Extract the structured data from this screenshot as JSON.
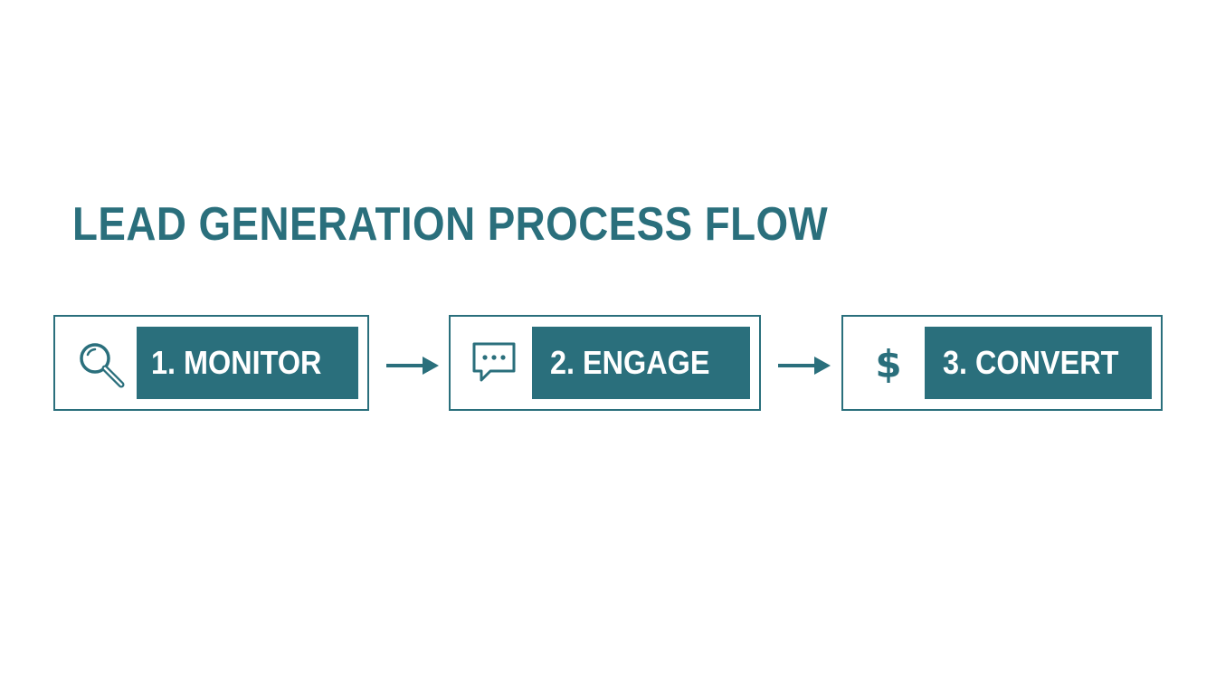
{
  "title": "LEAD GENERATION PROCESS FLOW",
  "colors": {
    "accent": "#2a6f7c",
    "background": "#ffffff",
    "label_text": "#ffffff"
  },
  "steps": [
    {
      "label": "1. MONITOR",
      "icon": "magnifier-icon"
    },
    {
      "label": "2. ENGAGE",
      "icon": "chat-bubble-icon"
    },
    {
      "label": "3. CONVERT",
      "icon": "dollar-icon",
      "icon_glyph": "$"
    }
  ],
  "connectors": [
    {
      "icon": "arrow-right-icon"
    },
    {
      "icon": "arrow-right-icon"
    }
  ]
}
